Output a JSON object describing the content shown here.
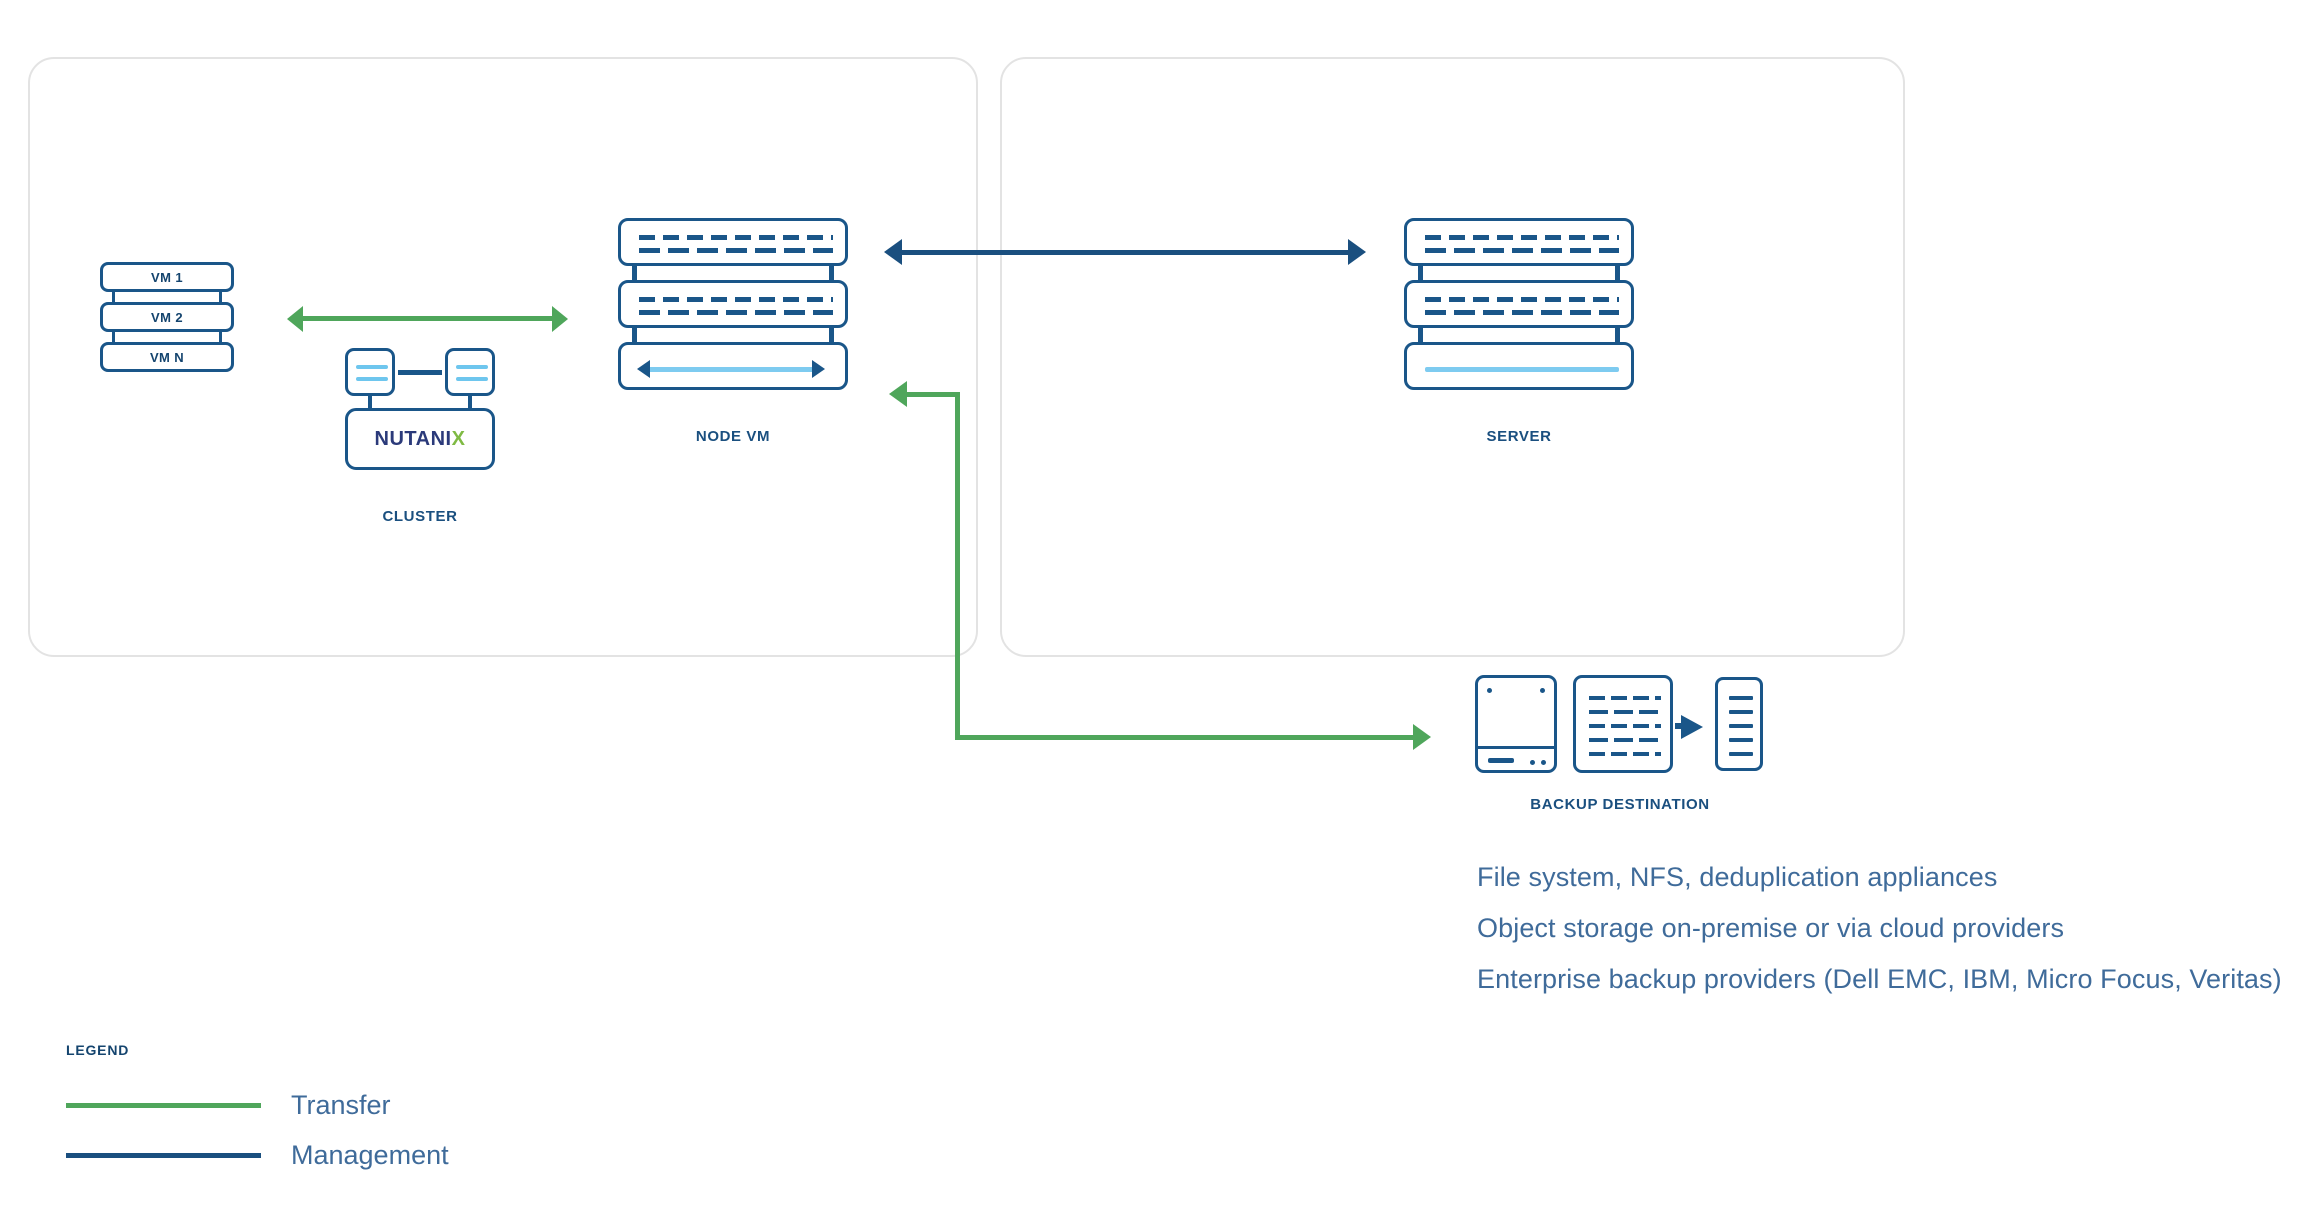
{
  "diagram": {
    "panels": [
      {
        "id": "left-panel",
        "name": "nutanix-environment-panel"
      },
      {
        "id": "right-panel",
        "name": "server-environment-panel"
      }
    ],
    "nodes": {
      "vm_stack": {
        "items": [
          "VM 1",
          "VM 2",
          "VM N"
        ]
      },
      "cluster": {
        "label": "CLUSTER",
        "logo_main": "NUTANI",
        "logo_accent": "X"
      },
      "node_vm": {
        "label": "NODE VM"
      },
      "server": {
        "label": "SERVER"
      },
      "backup_destination": {
        "label": "BACKUP DESTINATION"
      }
    },
    "descriptions": [
      "File system, NFS, deduplication appliances",
      "Object storage on-premise or via cloud providers",
      "Enterprise backup providers (Dell EMC, IBM, Micro Focus, Veritas)"
    ],
    "legend": {
      "title": "LEGEND",
      "items": [
        {
          "label": "Transfer",
          "color": "#4fa65b"
        },
        {
          "label": "Management",
          "color": "#1a4f7f"
        }
      ]
    },
    "connections": [
      {
        "name": "vm-to-cluster",
        "type": "transfer",
        "direction": "bidirectional",
        "color": "#4fa65b"
      },
      {
        "name": "nodevm-to-server",
        "type": "management",
        "direction": "bidirectional",
        "color": "#1a4f7f"
      },
      {
        "name": "nodevm-to-backup",
        "type": "transfer",
        "direction": "both",
        "color": "#4fa65b"
      }
    ],
    "colors": {
      "dark_blue": "#1a5689",
      "label_blue": "#14446e",
      "text_blue": "#3f6b9a",
      "light_blue": "#7ecbf0",
      "green": "#4fa65b",
      "nutanix_navy": "#2b3a7a",
      "nutanix_green": "#7fba43",
      "panel_border": "#e3e3e3"
    }
  }
}
